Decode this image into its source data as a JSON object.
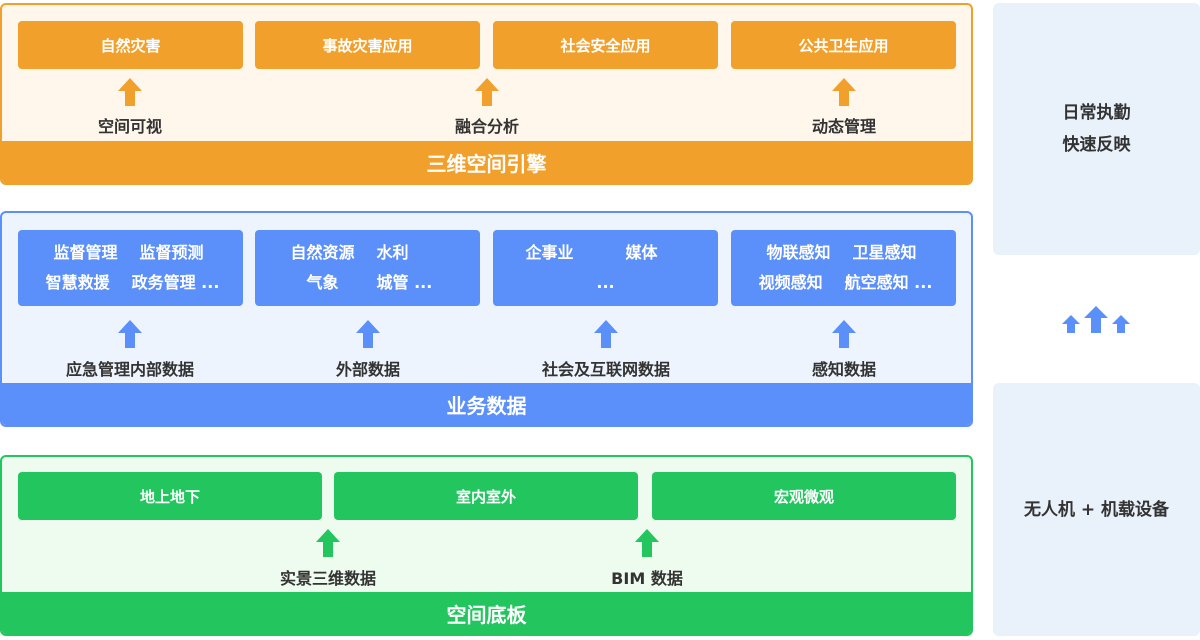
{
  "colors": {
    "orange": "#f1a02c",
    "orange_bg": "#fff6ec",
    "orange_border": "#f1a02c",
    "blue": "#5b8ff9",
    "blue_bg": "#edf4fd",
    "blue_border": "#5b8ff9",
    "green": "#22c55e",
    "green_bg": "#eefbef",
    "green_border": "#22c55e",
    "side": "#e9f1fb"
  },
  "engine_layer": {
    "title": "三维空间引擎",
    "apps": [
      "自然灾害",
      "事故灾害应用",
      "社会安全应用",
      "公共卫生应用"
    ],
    "captions": [
      "空间可视",
      "融合分析",
      "动态管理"
    ]
  },
  "business_layer": {
    "title": "业务数据",
    "boxes": [
      {
        "row1": [
          "监督管理",
          "监督预测"
        ],
        "row2": [
          "智慧救援",
          "政务管理 ..."
        ]
      },
      {
        "row1": [
          "自然资源",
          "水利"
        ],
        "row2": [
          "气象",
          "城管 ..."
        ]
      },
      {
        "row1": [
          "企事业",
          "媒体"
        ],
        "row2": [
          "",
          "..."
        ]
      },
      {
        "row1": [
          "物联感知",
          "卫星感知"
        ],
        "row2": [
          "视频感知",
          "航空感知 ..."
        ]
      }
    ],
    "captions": [
      "应急管理内部数据",
      "外部数据",
      "社会及互联网数据",
      "感知数据"
    ]
  },
  "base_layer": {
    "title": "空间底板",
    "boxes": [
      "地上地下",
      "室内室外",
      "宏观微观"
    ],
    "captions": [
      "实景三维数据",
      "BIM 数据"
    ]
  },
  "side": {
    "top_lines": [
      "日常执勤",
      "快速反映"
    ],
    "bottom_text": "无人机 + 机载设备"
  }
}
